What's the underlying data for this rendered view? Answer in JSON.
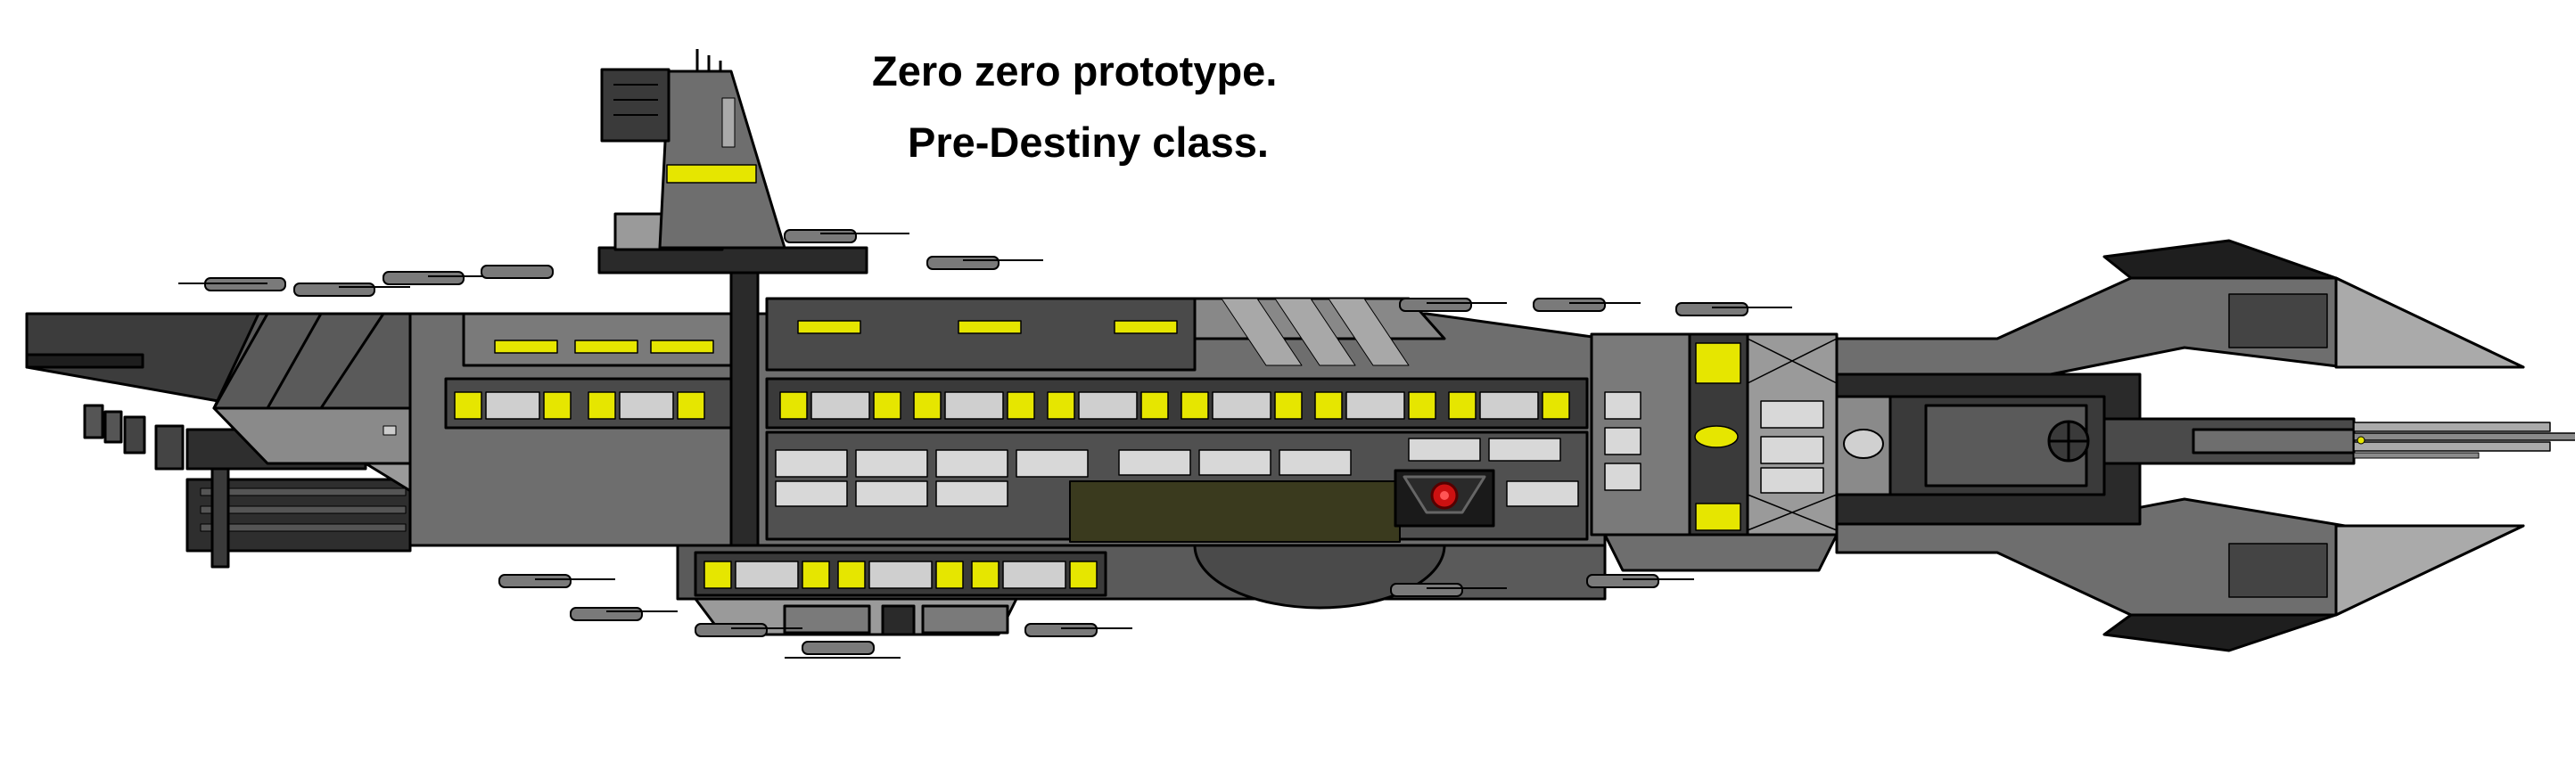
{
  "heading": {
    "line1": "Zero zero prototype.",
    "line2": "Pre-Destiny class."
  },
  "colors": {
    "outline": "#000000",
    "hull_light": "#9a9a9a",
    "hull_mid": "#7a7a7a",
    "hull_dark": "#3c3c3c",
    "hull_black": "#1e1e1e",
    "window_yellow": "#e6e600",
    "reactor_red": "#cc1111"
  },
  "icons": [
    "ship-drawing",
    "turret-icon",
    "reactor-icon",
    "antenna-icon"
  ]
}
